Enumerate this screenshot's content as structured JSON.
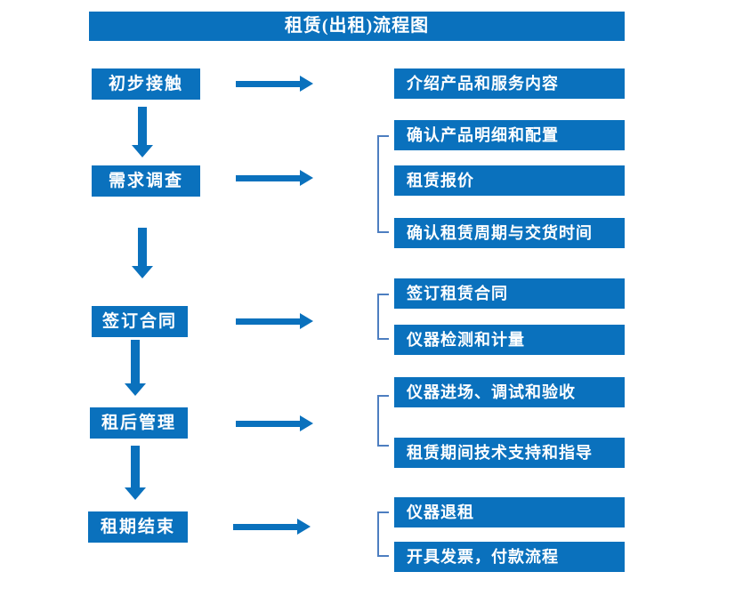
{
  "title": "租赁(出租)流程图",
  "colors": {
    "box_blue": "#0a71bd",
    "bracket_blue": "#4d7ec0",
    "text_white": "#ffffff",
    "background": "#ffffff"
  },
  "stages": [
    {
      "label": "初步接触",
      "details": [
        "介绍产品和服务内容"
      ]
    },
    {
      "label": "需求调查",
      "details": [
        "确认产品明细和配置",
        "租赁报价",
        "确认租赁周期与交货时间"
      ]
    },
    {
      "label": "签订合同",
      "details": [
        "签订租赁合同",
        "仪器检测和计量"
      ]
    },
    {
      "label": "租后管理",
      "details": [
        "仪器进场、调试和验收",
        "租赁期间技术支持和指导"
      ]
    },
    {
      "label": "租期结束",
      "details": [
        "仪器退租",
        "开具发票，付款流程"
      ]
    }
  ]
}
